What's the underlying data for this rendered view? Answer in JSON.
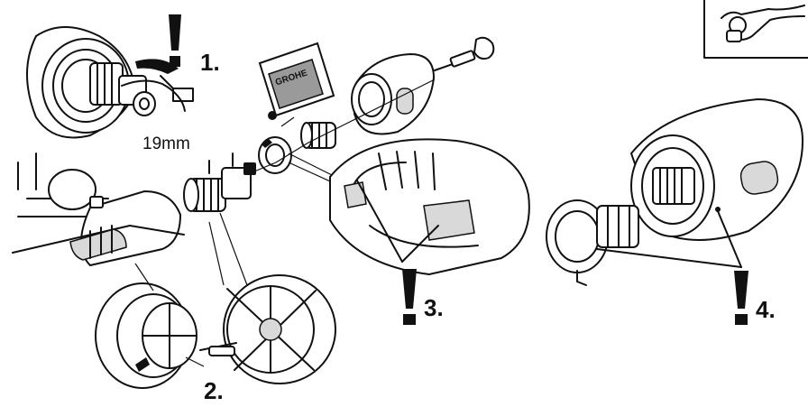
{
  "steps": [
    {
      "label": "1."
    },
    {
      "label": "2."
    },
    {
      "label": "3."
    },
    {
      "label": "4."
    }
  ],
  "dimension": "19mm",
  "packet_text": "GROHE",
  "colors": {
    "ink": "#111111",
    "shade": "#d9d9d9",
    "dark_shade": "#9a9a9a"
  }
}
